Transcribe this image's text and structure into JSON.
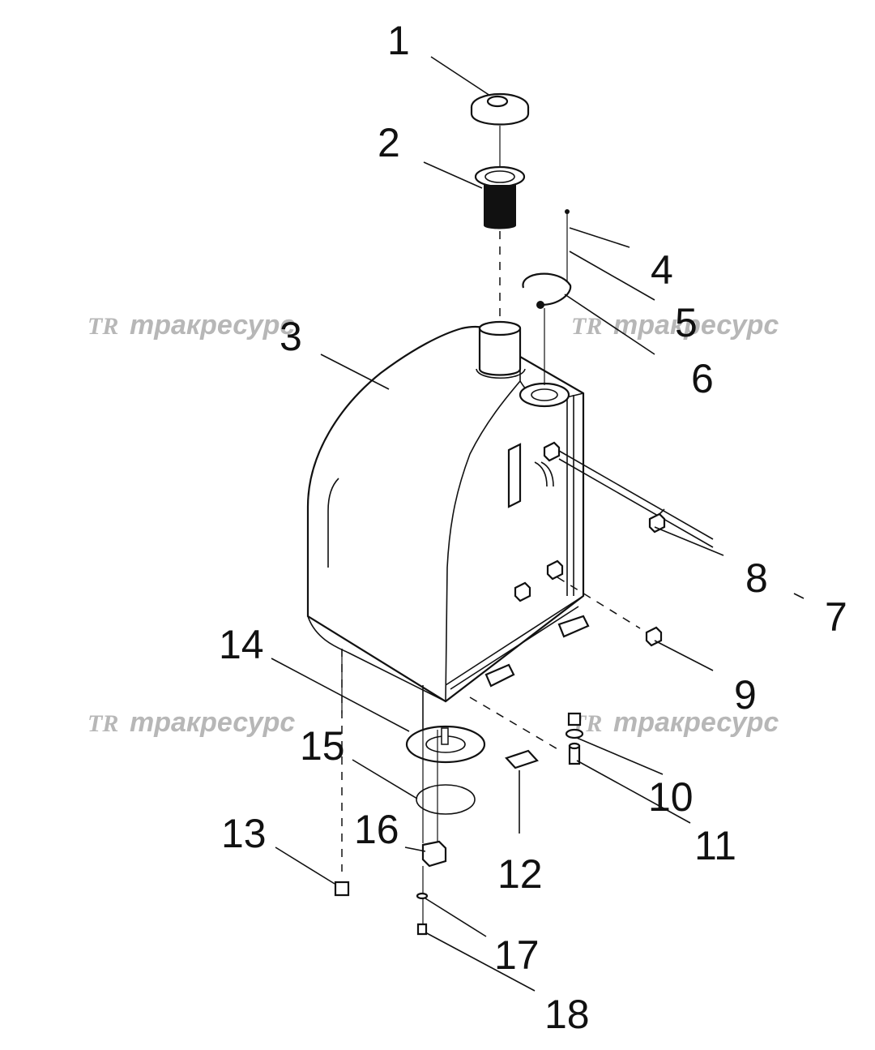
{
  "watermark": {
    "logo": "TR",
    "text": "тракресурс"
  },
  "callouts": [
    {
      "id": "callout-1",
      "label": "1"
    },
    {
      "id": "callout-2",
      "label": "2"
    },
    {
      "id": "callout-3",
      "label": "3"
    },
    {
      "id": "callout-4",
      "label": "4"
    },
    {
      "id": "callout-5",
      "label": "5"
    },
    {
      "id": "callout-6",
      "label": "6"
    },
    {
      "id": "callout-7",
      "label": "7"
    },
    {
      "id": "callout-8",
      "label": "8"
    },
    {
      "id": "callout-9",
      "label": "9"
    },
    {
      "id": "callout-10",
      "label": "10"
    },
    {
      "id": "callout-11",
      "label": "11"
    },
    {
      "id": "callout-12",
      "label": "12"
    },
    {
      "id": "callout-13",
      "label": "13"
    },
    {
      "id": "callout-14",
      "label": "14"
    },
    {
      "id": "callout-15",
      "label": "15"
    },
    {
      "id": "callout-16",
      "label": "16"
    },
    {
      "id": "callout-17",
      "label": "17"
    },
    {
      "id": "callout-18",
      "label": "18"
    }
  ]
}
